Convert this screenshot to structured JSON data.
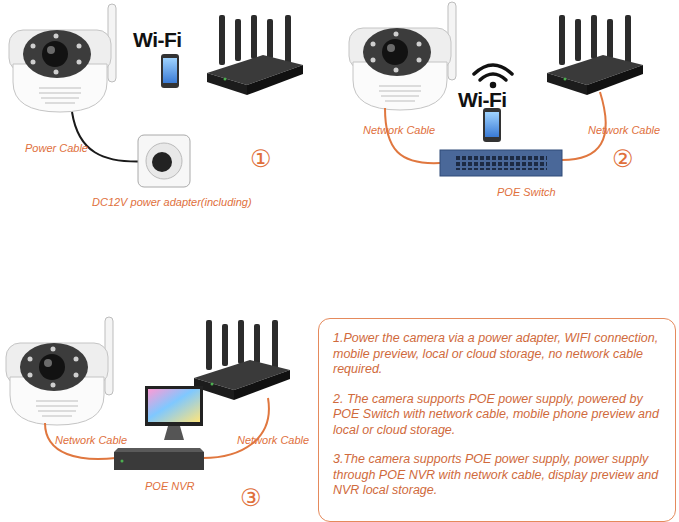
{
  "diagram": {
    "nodes": [
      {
        "text": [
          "1.Power the camera via a power adapter, WIFI connection, mobile preview, local or cloud storage, no network cable required.",
          "2. The camera supports POE power supply, powered by POE Switch with network cable, mobile phone preview and local or cloud storage.",
          "3.The camera supports POE power supply, power supply through POE NVR with network cable, display preview and NVR local storage."
        ]
      }
    ],
    "labels": [
      "Wi-Fi",
      "Power Cable",
      "DC12V power adapter(including)",
      "①",
      "Wi-Fi",
      "Network Cable",
      "Network Cable",
      "POE Switch",
      "②",
      "Network Cable",
      "Network Cable",
      "POE NVR",
      "③"
    ]
  }
}
